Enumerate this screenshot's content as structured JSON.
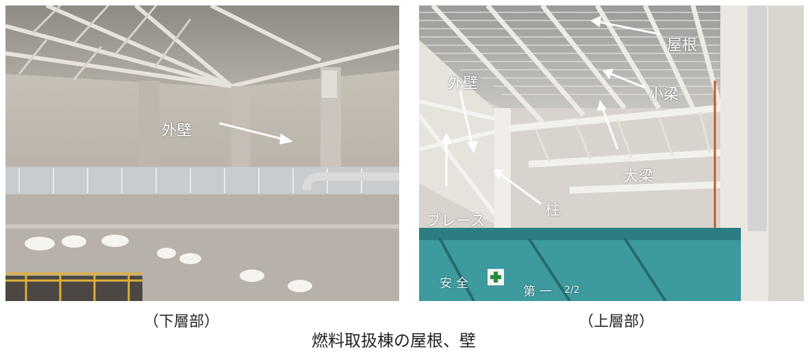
{
  "left_photo": {
    "labels": {
      "outer_wall": "外壁"
    }
  },
  "right_photo": {
    "labels": {
      "roof": "屋根",
      "small_beam": "小梁",
      "outer_wall": "外壁",
      "large_beam": "大梁",
      "column": "柱",
      "brace": "ブレース"
    },
    "sign_text": {
      "safety": "安全",
      "first": "第一",
      "number": "2/2"
    }
  },
  "captions": {
    "left": "（下層部）",
    "right": "（上層部）",
    "title": "燃料取扱棟の屋根、壁"
  },
  "colors": {
    "concrete": "#b8b2aa",
    "crane_teal": "#3d9a9e",
    "arrow": "#ffffff"
  }
}
